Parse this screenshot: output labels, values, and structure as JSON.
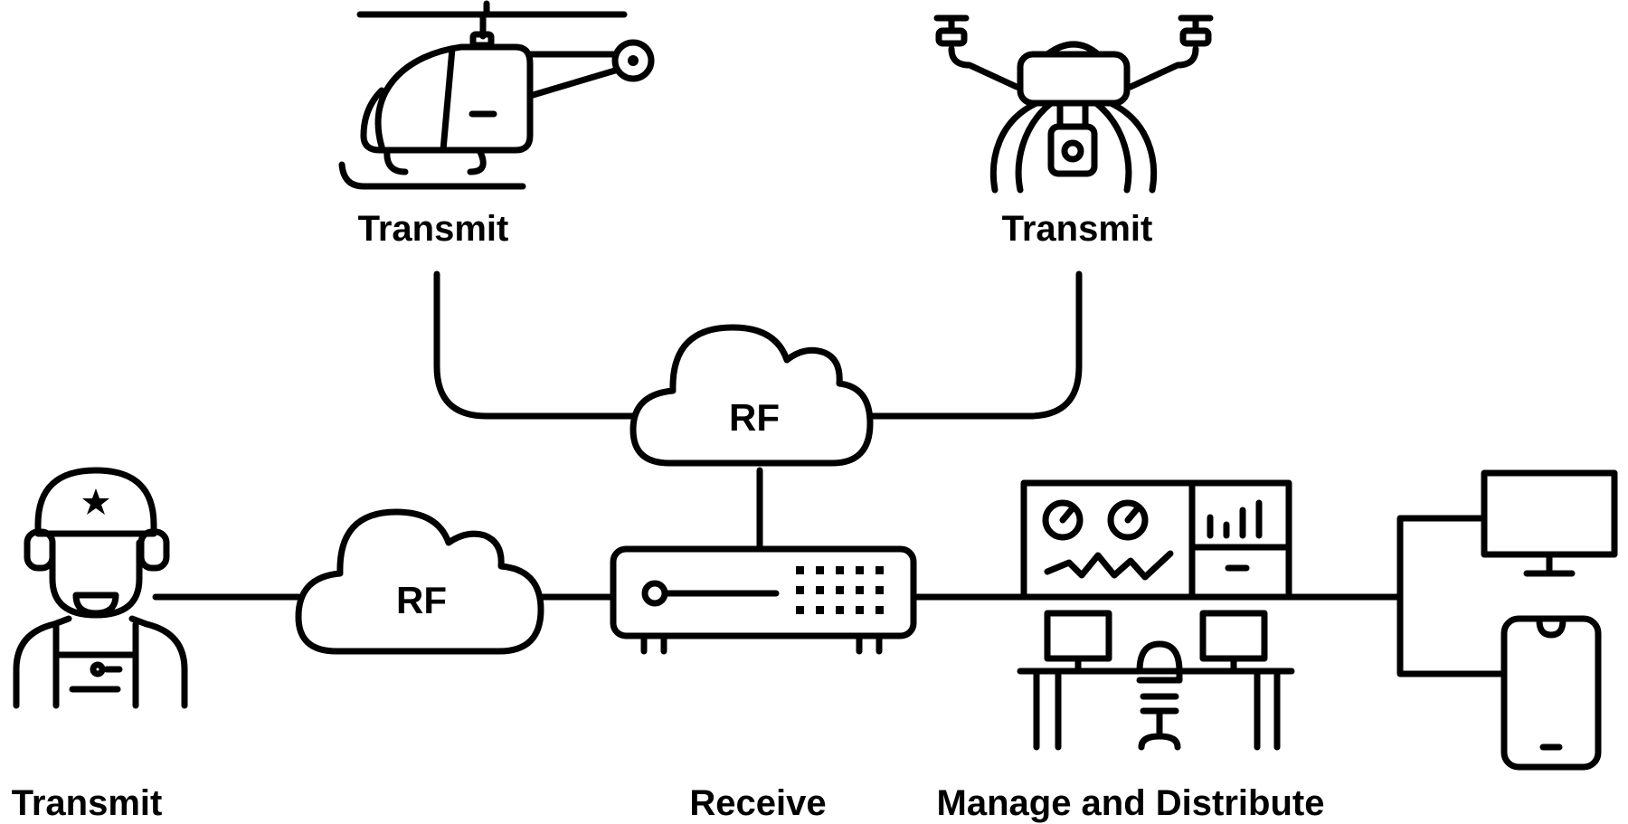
{
  "labels": {
    "helicopter": "Transmit",
    "drone": "Transmit",
    "soldier": "Transmit",
    "receive": "Receive",
    "manage": "Manage and Distribute"
  },
  "clouds": {
    "top": "RF",
    "left": "RF"
  },
  "icons": [
    "helicopter-icon",
    "drone-icon",
    "soldier-icon",
    "cloud-icon",
    "receiver-icon",
    "control-room-icon",
    "monitor-icon",
    "smartphone-icon"
  ]
}
